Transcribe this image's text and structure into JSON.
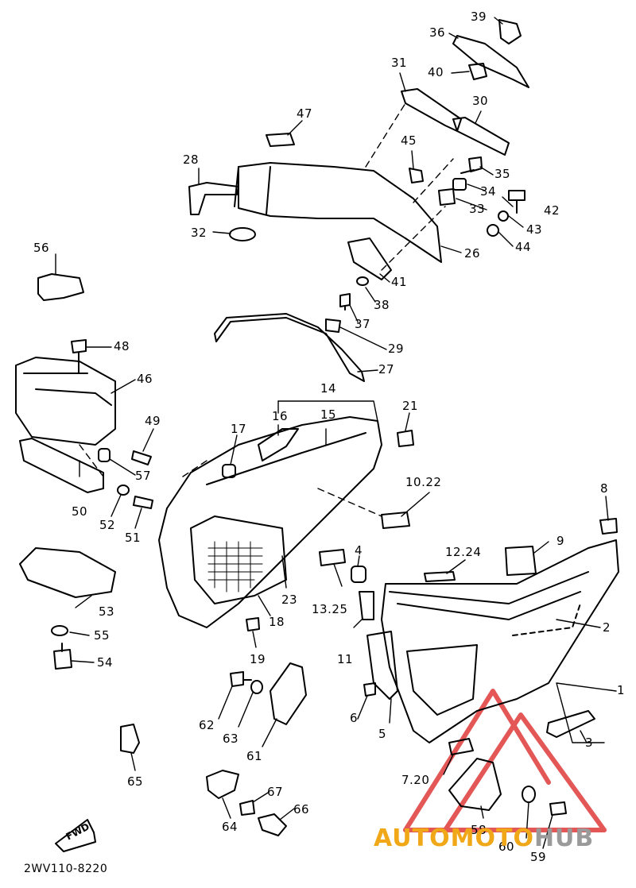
{
  "diagram": {
    "labels": [
      {
        "id": "39",
        "text": "39"
      },
      {
        "id": "36",
        "text": "36"
      },
      {
        "id": "40",
        "text": "40"
      },
      {
        "id": "31",
        "text": "31"
      },
      {
        "id": "30",
        "text": "30"
      },
      {
        "id": "47",
        "text": "47"
      },
      {
        "id": "45",
        "text": "45"
      },
      {
        "id": "35",
        "text": "35"
      },
      {
        "id": "28",
        "text": "28"
      },
      {
        "id": "34",
        "text": "34"
      },
      {
        "id": "42",
        "text": "42"
      },
      {
        "id": "33",
        "text": "33"
      },
      {
        "id": "43",
        "text": "43"
      },
      {
        "id": "32",
        "text": "32"
      },
      {
        "id": "44",
        "text": "44"
      },
      {
        "id": "26",
        "text": "26"
      },
      {
        "id": "56",
        "text": "56"
      },
      {
        "id": "41",
        "text": "41"
      },
      {
        "id": "38",
        "text": "38"
      },
      {
        "id": "37",
        "text": "37"
      },
      {
        "id": "29",
        "text": "29"
      },
      {
        "id": "48",
        "text": "48"
      },
      {
        "id": "27",
        "text": "27"
      },
      {
        "id": "46",
        "text": "46"
      },
      {
        "id": "14",
        "text": "14"
      },
      {
        "id": "21",
        "text": "21"
      },
      {
        "id": "16",
        "text": "16"
      },
      {
        "id": "15",
        "text": "15"
      },
      {
        "id": "49",
        "text": "49"
      },
      {
        "id": "17",
        "text": "17"
      },
      {
        "id": "57",
        "text": "57"
      },
      {
        "id": "10_22",
        "text": "10.22"
      },
      {
        "id": "8",
        "text": "8"
      },
      {
        "id": "50",
        "text": "50"
      },
      {
        "id": "52",
        "text": "52"
      },
      {
        "id": "51",
        "text": "51"
      },
      {
        "id": "9",
        "text": "9"
      },
      {
        "id": "12_24",
        "text": "12.24"
      },
      {
        "id": "4",
        "text": "4"
      },
      {
        "id": "53",
        "text": "53"
      },
      {
        "id": "23",
        "text": "23"
      },
      {
        "id": "13_25",
        "text": "13.25"
      },
      {
        "id": "18",
        "text": "18"
      },
      {
        "id": "2",
        "text": "2"
      },
      {
        "id": "55",
        "text": "55"
      },
      {
        "id": "11",
        "text": "11"
      },
      {
        "id": "54",
        "text": "54"
      },
      {
        "id": "19",
        "text": "19"
      },
      {
        "id": "1",
        "text": "1"
      },
      {
        "id": "62",
        "text": "62"
      },
      {
        "id": "6",
        "text": "6"
      },
      {
        "id": "63",
        "text": "63"
      },
      {
        "id": "5",
        "text": "5"
      },
      {
        "id": "61",
        "text": "61"
      },
      {
        "id": "3",
        "text": "3"
      },
      {
        "id": "65",
        "text": "65"
      },
      {
        "id": "7_20",
        "text": "7.20"
      },
      {
        "id": "67",
        "text": "67"
      },
      {
        "id": "66",
        "text": "66"
      },
      {
        "id": "58",
        "text": "58"
      },
      {
        "id": "64",
        "text": "64"
      },
      {
        "id": "60",
        "text": "60"
      },
      {
        "id": "59",
        "text": "59"
      }
    ],
    "fwd_label": "FWD",
    "drawing_code": "2WV110-8220"
  },
  "watermark": {
    "part1": "AUTOMOTO",
    "part2": "HUB",
    "color_primary": "#f0a818",
    "color_secondary": "#9a9a9a",
    "logo_color": "#e03a3a"
  }
}
